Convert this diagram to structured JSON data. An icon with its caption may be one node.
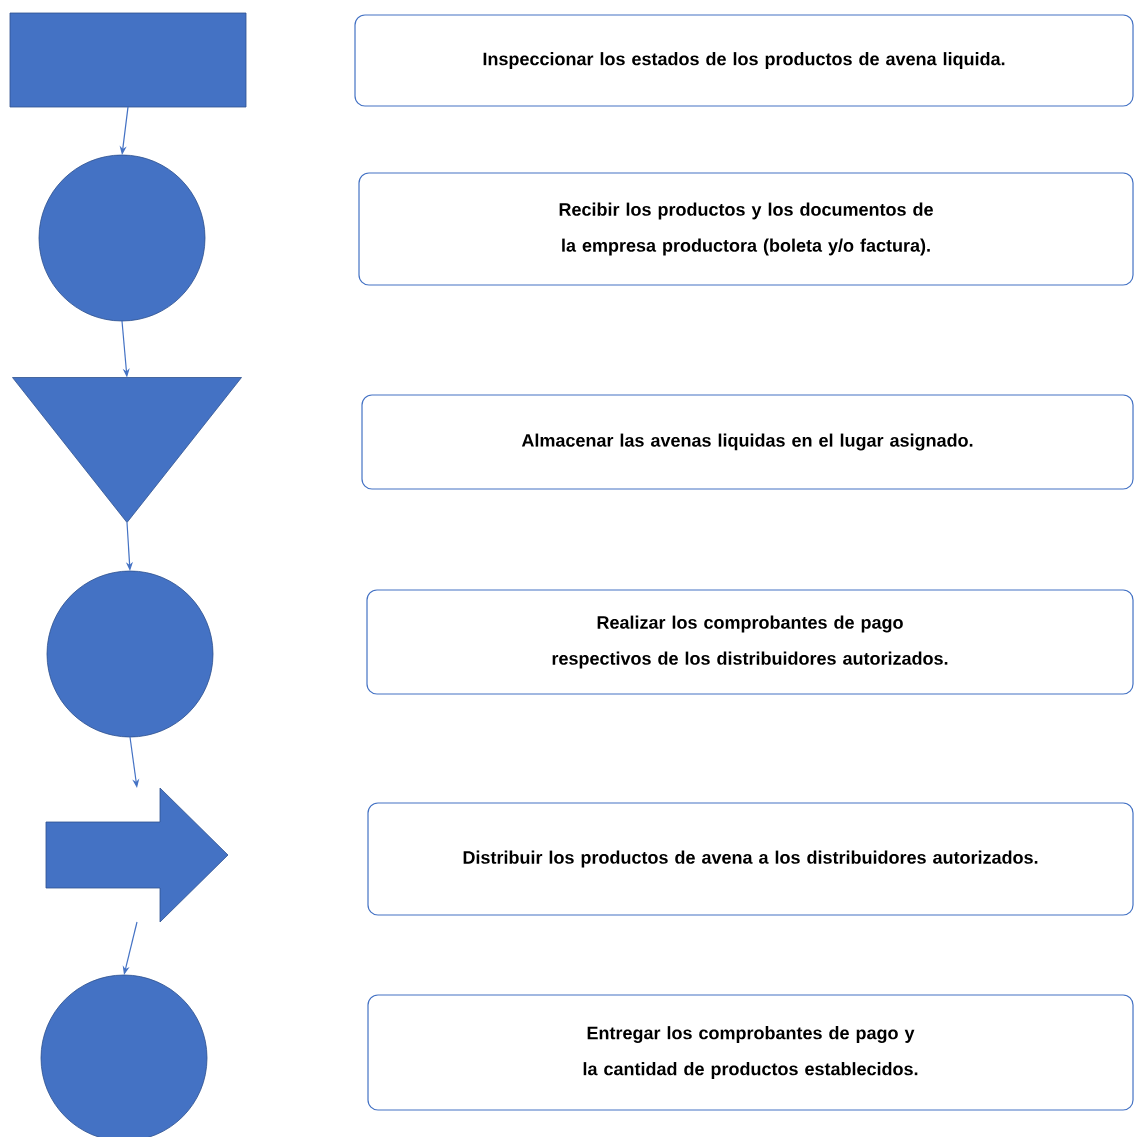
{
  "diagram": {
    "nodes": [
      {
        "text": [],
        "shape": "box"
      },
      {
        "text": [],
        "shape": "circle"
      },
      {
        "text": [],
        "shape": "triangle"
      },
      {
        "text": [],
        "shape": "circle"
      },
      {
        "text": [],
        "shape": "arrow"
      },
      {
        "text": [],
        "shape": "circle"
      },
      {
        "text": [
          "Inspeccionar los estados de los productos de avena liquida."
        ]
      },
      {
        "text": [
          "Recibir los productos y los documentos de la empresa productora (boleta y/o factura)."
        ]
      },
      {
        "text": [
          "Almacenar las avenas liquidas en el lugar asignado."
        ]
      },
      {
        "text": [
          "Realizar los comprobantes de pago respectivos de los distribuidores autorizados."
        ]
      },
      {
        "text": [
          "Distribuir los productos de avena a los distribuidores autorizados."
        ]
      },
      {
        "text": [
          "Entregar los comprobantes de pago y la cantidad de productos establecidos."
        ]
      }
    ],
    "edges": [
      {
        "from": 0,
        "to": 1,
        "arrow": "to"
      },
      {
        "from": 1,
        "to": 2,
        "arrow": "to"
      },
      {
        "from": 2,
        "to": 3,
        "arrow": "to"
      },
      {
        "from": 3,
        "to": 4,
        "arrow": "to"
      },
      {
        "from": 4,
        "to": 5,
        "arrow": "to"
      }
    ]
  }
}
